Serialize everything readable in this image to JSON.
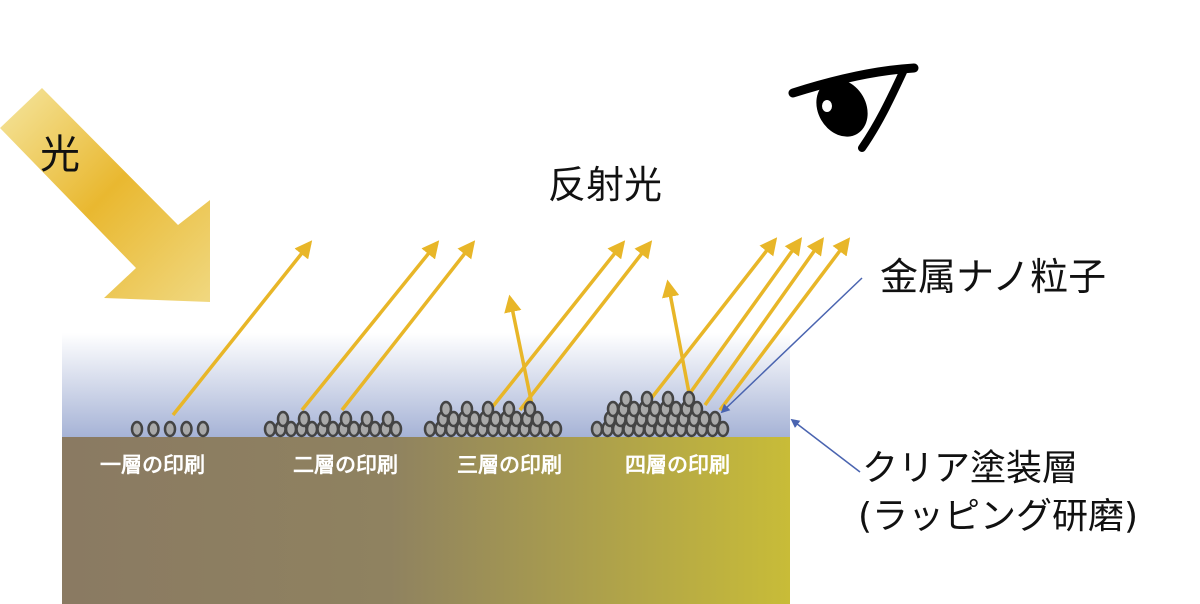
{
  "light_label": "光",
  "reflected_label": "反射光",
  "particles_label": "金属ナノ粒子",
  "clear_coat_label": "クリア塗装層",
  "clear_coat_sublabel": "(ラッピング研磨)",
  "print_layers": [
    {
      "label": "一層の印刷",
      "layers": 1
    },
    {
      "label": "二層の印刷",
      "layers": 2
    },
    {
      "label": "三層の印刷",
      "layers": 3
    },
    {
      "label": "四層の印刷",
      "layers": 4
    }
  ],
  "colors": {
    "arrow": "#e8b628",
    "pointer": "#4a64b0",
    "particle_fill": "#a9a9a9",
    "particle_stroke": "#444444",
    "substrate_left": "#8a7a62",
    "substrate_right": "#c8bc38",
    "coat_bottom": "#a6b3d6"
  }
}
